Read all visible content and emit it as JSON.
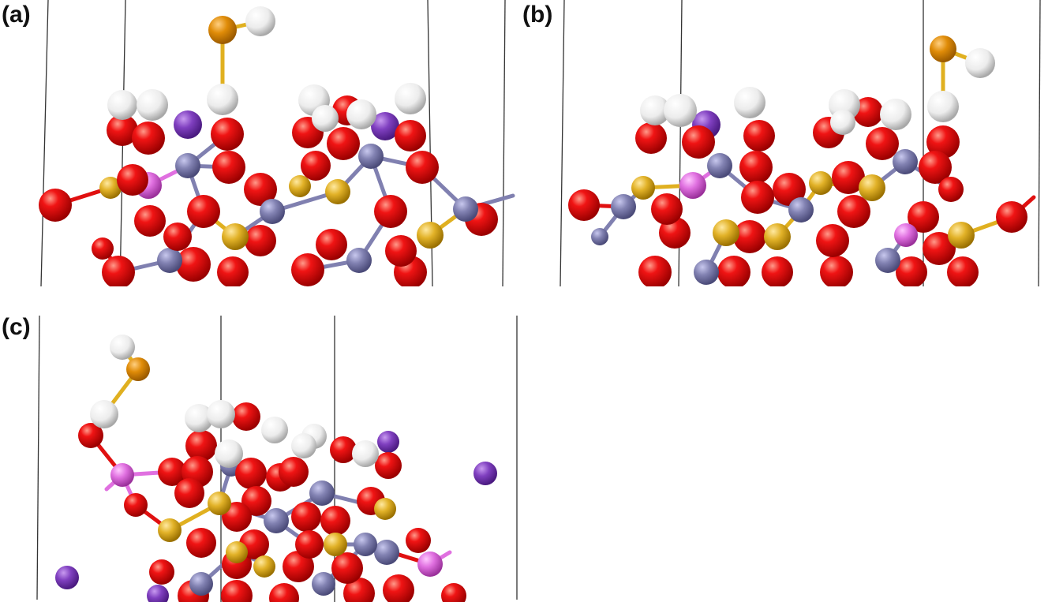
{
  "panels": [
    {
      "id": "a",
      "label": "(a)"
    },
    {
      "id": "b",
      "label": "(b)"
    },
    {
      "id": "c",
      "label": "(c)"
    }
  ],
  "colors": {
    "oxygen": "#e01010",
    "hydrogen": "#f2f2f2",
    "metal_blue": "#8080b0",
    "gold": "#e0b020",
    "orange_s": "#e0900a",
    "pink": "#e070e0",
    "purple": "#8040c0",
    "cell_line": "#333333"
  }
}
